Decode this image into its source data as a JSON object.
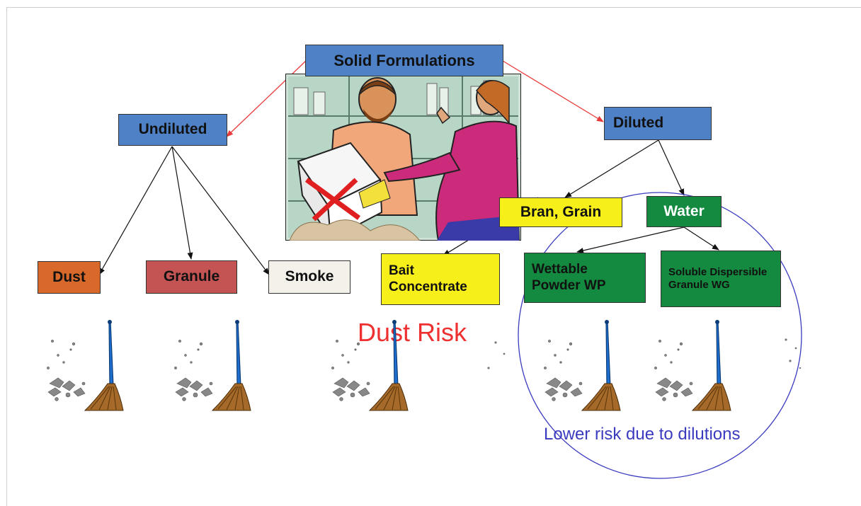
{
  "nodes": {
    "root": "Solid Formulations",
    "undiluted": "Undiluted",
    "diluted": "Diluted",
    "dust": "Dust",
    "granule": "Granule",
    "smoke": "Smoke",
    "bran_grain": "Bran, Grain",
    "water": "Water",
    "bait_concentrate": "Bait Concentrate",
    "wettable_powder": "Wettable Powder WP",
    "soluble_granule": "Soluble Dispersible Granule WG"
  },
  "annotations": {
    "dust_risk": "Dust Risk",
    "lower_risk": "Lower risk due to dilutions"
  },
  "colors": {
    "blue_box": "#4f81c7",
    "yellow_box": "#f7ef1a",
    "green_box": "#138a3f",
    "orange_box": "#d9692a",
    "red_box": "#c45454",
    "grey_box": "#f3f1ea",
    "red_arrow": "#e83a3a",
    "circle": "#3b3bbf",
    "dust_risk_text": "#ee3030"
  },
  "icons": [
    "broom-icon",
    "dust-particles-icon",
    "shop-scene-illustration"
  ]
}
